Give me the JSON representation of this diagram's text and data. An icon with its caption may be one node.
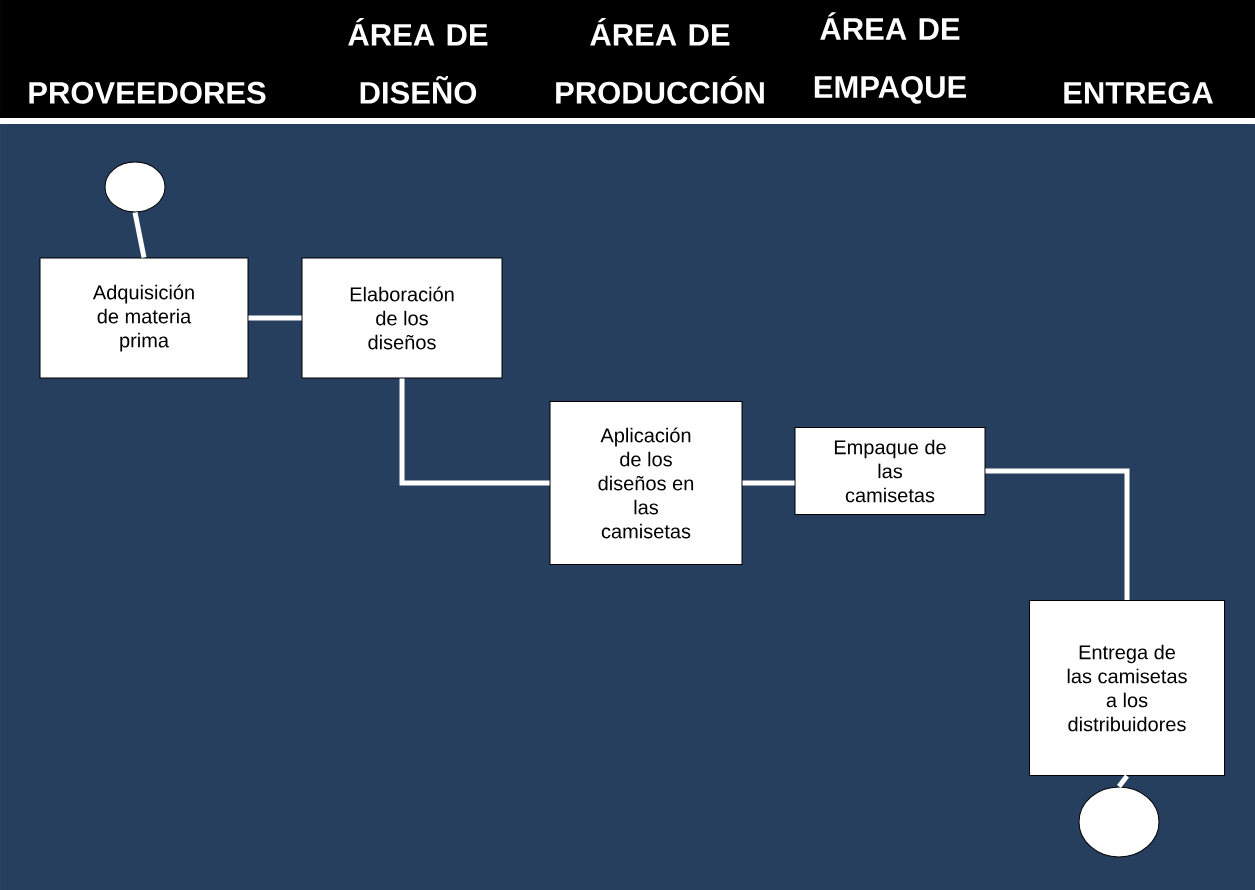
{
  "diagram": {
    "nodes": [
      {
        "text": [],
        "shape": "circle"
      },
      {
        "text": [
          "Adquisición de materia prima"
        ]
      },
      {
        "text": [
          "Elaboración de los diseños"
        ]
      },
      {
        "text": [
          "Aplicación de los diseños en las camisetas"
        ]
      },
      {
        "text": [
          "Empaque de las camisetas"
        ]
      },
      {
        "text": [
          "Entrega de las camisetas a los distribuidores"
        ]
      },
      {
        "text": [],
        "shape": "circle"
      }
    ],
    "edges": [
      {
        "from": 0,
        "to": 1,
        "arrow": "none"
      },
      {
        "from": 1,
        "to": 2,
        "arrow": "none"
      },
      {
        "from": 2,
        "to": 3,
        "arrow": "none"
      },
      {
        "from": 3,
        "to": 4,
        "arrow": "none"
      },
      {
        "from": 4,
        "to": 5,
        "arrow": "none"
      },
      {
        "from": 5,
        "to": 6,
        "arrow": "none"
      }
    ],
    "labels": [
      "PROVEEDORES",
      "ÁREA DE DISEÑO",
      "ÁREA DE PRODUCCIÓN",
      "ÁREA DE EMPAQUE",
      "ENTREGA"
    ]
  }
}
